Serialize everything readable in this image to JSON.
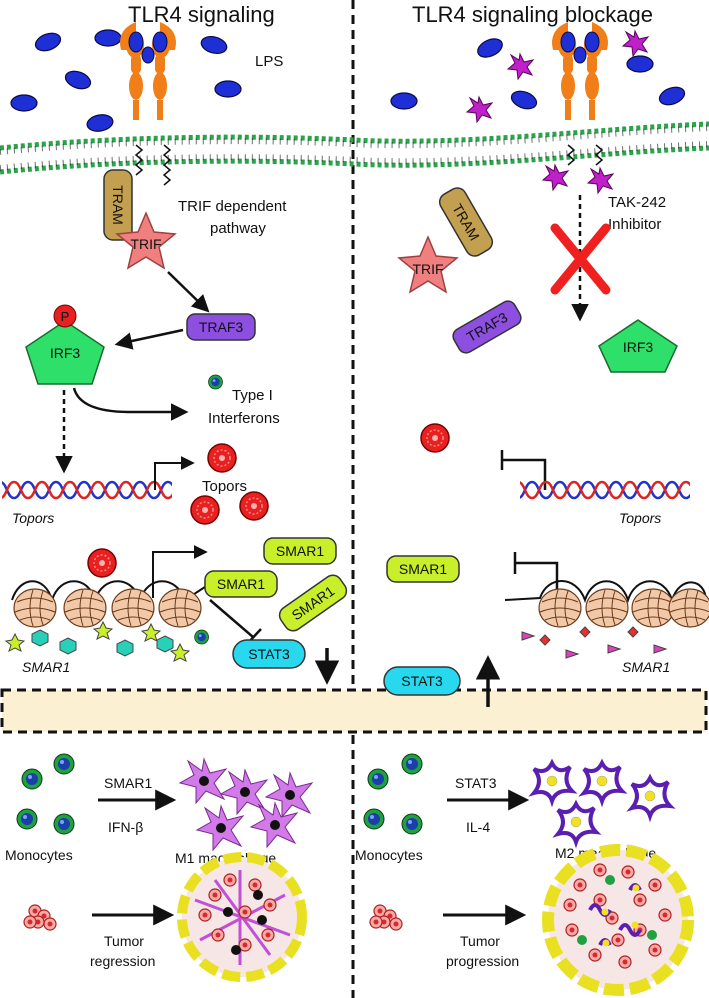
{
  "left_panel": {
    "title": "TLR4 signaling",
    "lps": "LPS",
    "tram": "TRAM",
    "trif": "TRIF",
    "pathway_line1": "TRIF dependent",
    "pathway_line2": "pathway",
    "traf3": "TRAF3",
    "irf3": "IRF3",
    "phospho": "P",
    "ifn_line1": "Type I",
    "ifn_line2": "Interferons",
    "topors_gene": "Topors",
    "topors_protein": "Topors",
    "smar1_a": "SMAR1",
    "smar1_b": "SMAR1",
    "smar1_c": "SMAR1",
    "smar1_gene": "SMAR1",
    "stat3": "STAT3"
  },
  "right_panel": {
    "title": "TLR4 signaling blockage",
    "inhibitor_line1": "TAK-242",
    "inhibitor_line2": "Inhibitor",
    "tram": "TRAM",
    "trif": "TRIF",
    "traf3": "TRAF3",
    "irf3": "IRF3",
    "topors_gene": "Topors",
    "smar1": "SMAR1",
    "smar1_gene": "SMAR1",
    "stat3": "STAT3"
  },
  "bottom_left": {
    "factor1": "SMAR1",
    "factor2": "IFN-β",
    "cells": "Monocytes",
    "macrophage": "M1 macrophage",
    "outcome_line1": "Tumor",
    "outcome_line2": "regression"
  },
  "bottom_right": {
    "factor1": "STAT3",
    "factor2": "IL-4",
    "cells": "Monocytes",
    "macrophage": "M2 macrophage",
    "outcome_line1": "Tumor",
    "outcome_line2": "progression"
  },
  "colors": {
    "tlr4": "#f07f1a",
    "lps": "#1f2fd6",
    "tram": "#c2a04f",
    "trif": "#f08080",
    "traf3": "#8c4fe0",
    "irf3": "#2ee06a",
    "smar1": "#c8ef2a",
    "stat3": "#27d8ef",
    "topors": "#e82020",
    "membrane": "#2aa34a",
    "inhibitor": "#c020c8",
    "block_x": "#f02020",
    "m1": "#d27be8",
    "m2": "#5a1fb0",
    "divider_band": "#fbf0d2"
  }
}
